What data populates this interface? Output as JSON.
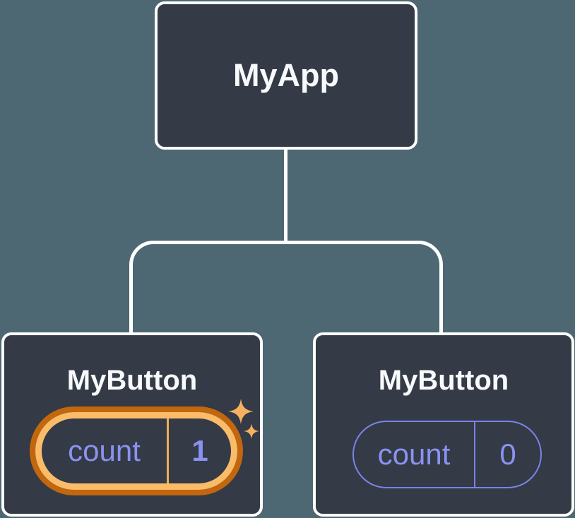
{
  "diagram": {
    "type": "component-tree",
    "root": {
      "label": "MyApp"
    },
    "children": [
      {
        "label": "MyButton",
        "state": {
          "name": "count",
          "value": "1"
        },
        "highlighted": true
      },
      {
        "label": "MyButton",
        "state": {
          "name": "count",
          "value": "0"
        },
        "highlighted": false
      }
    ],
    "colors": {
      "background": "#4D6872",
      "card": "#343A46",
      "card_border": "#FFFFFF",
      "connector": "#FFFFFF",
      "title_text": "#F7F9FB",
      "state_text": "#8A92F0",
      "state_pill_border": "#7B83E8",
      "highlight_ring_outer": "#C2670E",
      "highlight_ring_inner": "#FABC69",
      "highlight_divider": "#F2AD55",
      "sparkle": "#F5B160"
    }
  }
}
